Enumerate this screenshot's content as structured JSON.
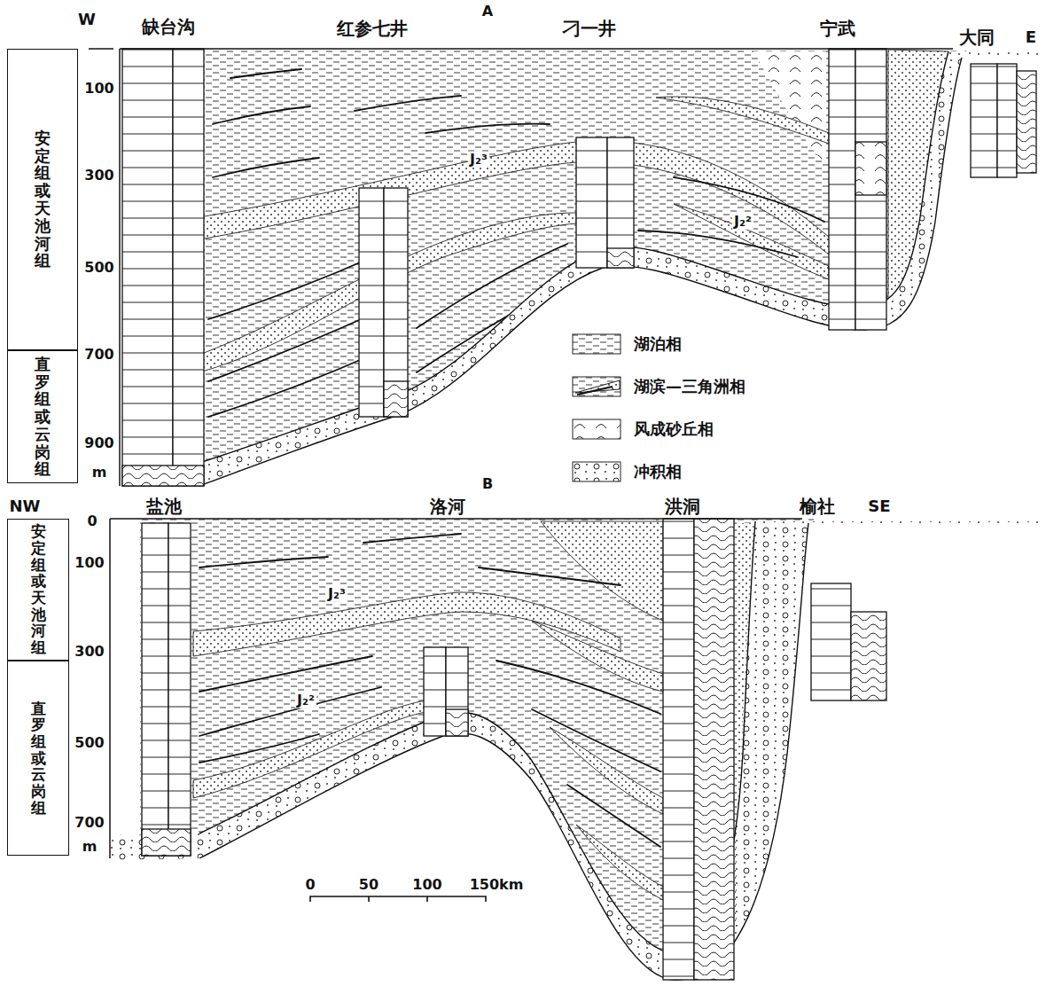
{
  "diagram": {
    "nodes": [
      {
        "text": [
          "安定组或天池河组"
        ]
      },
      {
        "text": [
          "直罗组或云岗组"
        ]
      },
      {
        "text": [
          "安定组或天池河组"
        ]
      },
      {
        "text": [
          "直罗组或云岗组"
        ]
      }
    ],
    "labels": [
      "A",
      "W",
      "缺台沟",
      "红参七井",
      "刁一井",
      "宁武",
      "大同",
      "E",
      "100",
      "300",
      "500",
      "700",
      "900",
      "m",
      "J₂³",
      "J₂²",
      "B",
      "NW",
      "0",
      "盐池",
      "洛河",
      "洪洞",
      "榆社",
      "SE",
      "100",
      "300",
      "500",
      "700",
      "m",
      "J₂³",
      "J₂²",
      "0",
      "50",
      "100",
      "150km"
    ],
    "legend": [
      {
        "text": "湖泊相"
      },
      {
        "text": "湖滨—三角洲相"
      },
      {
        "text": "风成砂丘相"
      },
      {
        "text": "冲积相"
      }
    ]
  }
}
